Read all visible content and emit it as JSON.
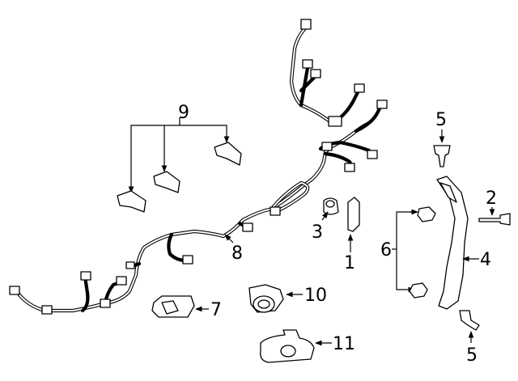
{
  "callouts": {
    "c1": "1",
    "c2": "2",
    "c3": "3",
    "c4": "4",
    "c5a": "5",
    "c5b": "5",
    "c6": "6",
    "c7": "7",
    "c8": "8",
    "c9": "9",
    "c10": "10",
    "c11": "11"
  }
}
